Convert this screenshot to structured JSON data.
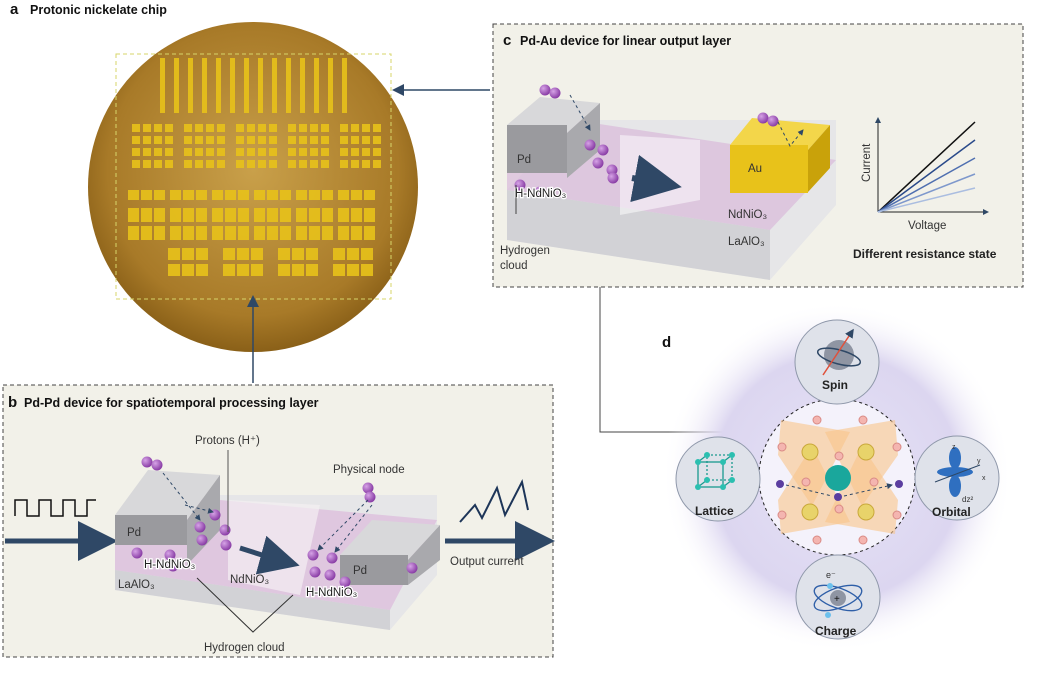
{
  "panel_a": {
    "letter": "a",
    "title": "Protonic nickelate chip"
  },
  "panel_b": {
    "letter": "b",
    "title": "Pd-Pd device for spatiotemporal processing layer",
    "protons": "Protons (H⁺)",
    "physical_node": "Physical node",
    "pd_left": "Pd",
    "pd_right": "Pd",
    "h_ndnio3_left": "H-NdNiO₃",
    "ndnio3": "NdNiO₃",
    "h_ndnio3_right": "H-NdNiO₃",
    "laalo3": "LaAlO₃",
    "hydrogen_cloud": "Hydrogen cloud",
    "output_current": "Output current"
  },
  "panel_c": {
    "letter": "c",
    "title": "Pd-Au device for linear output layer",
    "pd": "Pd",
    "au": "Au",
    "h_ndnio3": "H-NdNiO₃",
    "ndnio3": "NdNiO₃",
    "laalo3": "LaAlO₃",
    "hydrogen_cloud_1": "Hydrogen",
    "hydrogen_cloud_2": "cloud",
    "y_axis": "Current",
    "x_axis": "Voltage",
    "caption": "Different resistance state"
  },
  "panel_d": {
    "letter": "d",
    "spin": "Spin",
    "lattice": "Lattice",
    "orbital": "Orbital",
    "charge": "Charge",
    "electron": "e⁻",
    "plus": "+",
    "orbital_label": "dz²",
    "axis_z": "z",
    "axis_y": "y",
    "axis_x": "x"
  },
  "colors": {
    "chip": "#b78a2e",
    "gold": "#e8c21a",
    "proton": "#9b4fb5",
    "arrow": "#2f4866",
    "panel_bg": "#f2f1e9",
    "halo": "#d9d4ef"
  }
}
